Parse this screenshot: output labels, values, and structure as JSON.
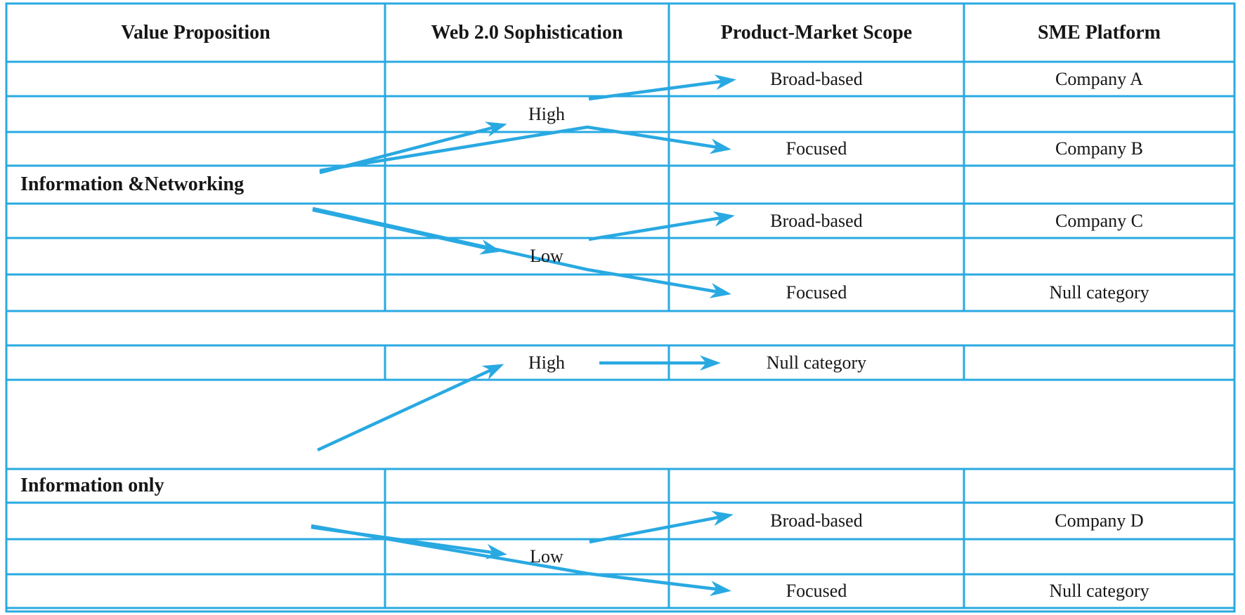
{
  "columns": [
    "Value Proposition",
    "Web 2.0 Sophistication",
    "Product-Market Scope",
    "SME Platform"
  ],
  "value_propositions": {
    "info_networking": "Information &Networking",
    "info_only": "Information only"
  },
  "sophistication": {
    "high_top": "High",
    "low_upper": "Low",
    "high_mid": "High",
    "low_lower": "Low"
  },
  "scope": {
    "broad_a": "Broad-based",
    "focused_b": "Focused",
    "broad_c": "Broad-based",
    "focused_c": "Focused",
    "null_mid": "Null category",
    "broad_d": "Broad-based",
    "focused_d": "Focused"
  },
  "platforms": {
    "company_a": "Company A",
    "company_b": "Company B",
    "company_c": "Company C",
    "null_upper": "Null category",
    "company_d": "Company D",
    "null_lower": "Null category"
  },
  "connections": [
    {
      "from": "Information &Networking",
      "to": "High (top)"
    },
    {
      "from": "High (top)",
      "to": "Broad-based",
      "platform": "Company A"
    },
    {
      "from": "High (top)",
      "to": "Focused",
      "platform": "Company B"
    },
    {
      "from": "Information &Networking",
      "to": "Low (upper)"
    },
    {
      "from": "Low (upper)",
      "to": "Broad-based",
      "platform": "Company C"
    },
    {
      "from": "Low (upper)",
      "to": "Focused",
      "platform": "Null category"
    },
    {
      "from": "Information only",
      "to": "High (middle)"
    },
    {
      "from": "High (middle)",
      "to": "Null category"
    },
    {
      "from": "Information only",
      "to": "Low (lower)"
    },
    {
      "from": "Low (lower)",
      "to": "Broad-based",
      "platform": "Company D"
    },
    {
      "from": "Low (lower)",
      "to": "Focused",
      "platform": "Null category"
    }
  ],
  "colors": {
    "line_blue": "#29a9e2",
    "text": "#161616",
    "background": "#ffffff"
  }
}
